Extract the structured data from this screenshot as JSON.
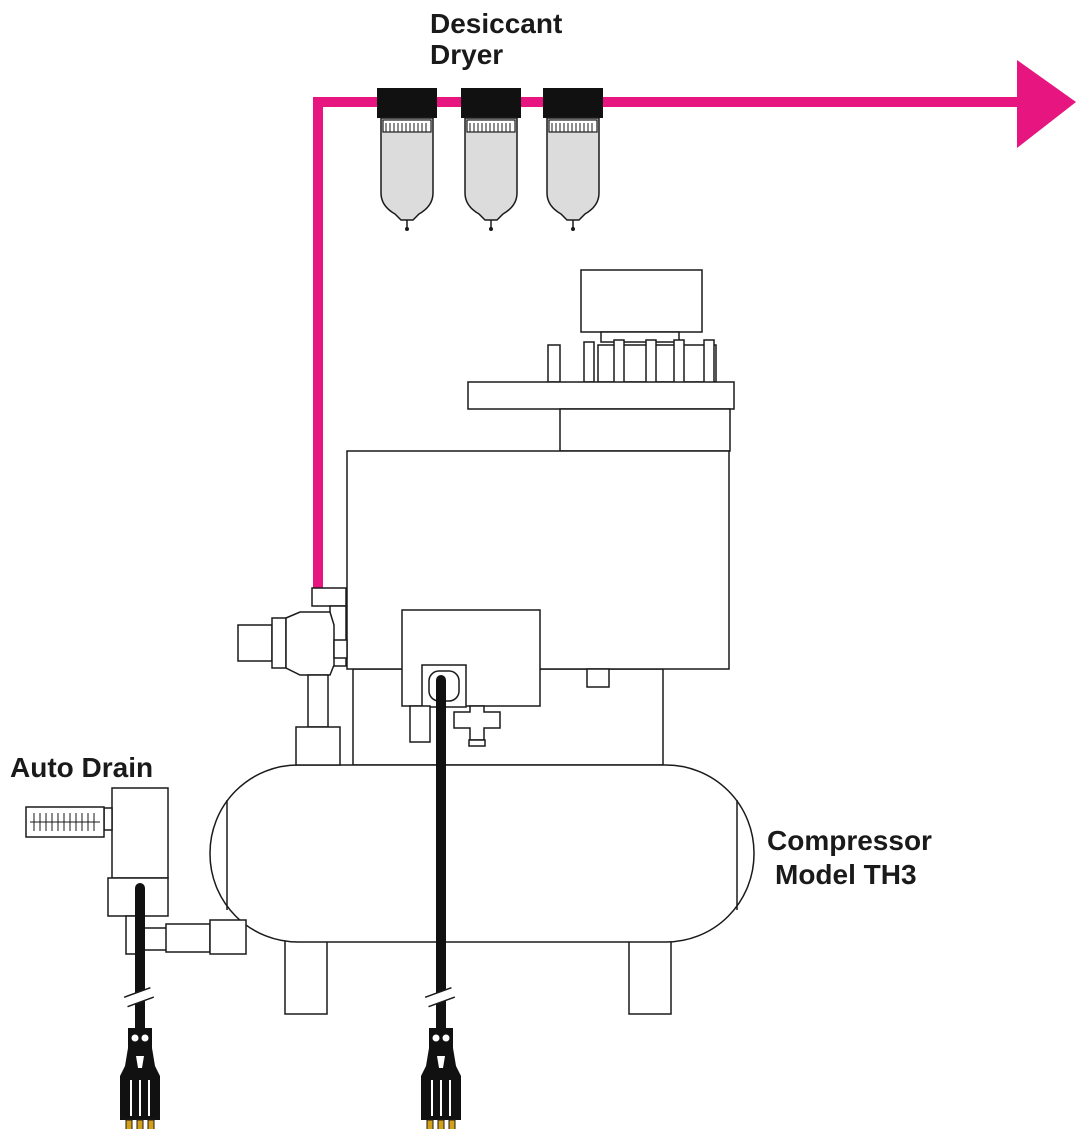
{
  "labels": {
    "dryer_line1": "Desiccant",
    "dryer_line2": "Dryer",
    "auto_drain": "Auto Drain",
    "compressor_line1": "Compressor",
    "compressor_line2": "Model TH3"
  },
  "colors": {
    "air_line": "#e6157f",
    "outline": "#1a1a1a",
    "bowl": "#dcdcdc",
    "cap": "#111111",
    "prong": "#d4a017",
    "background": "#ffffff"
  },
  "icons": {
    "flow_direction": "arrow-right-icon",
    "power_plug": "plug-icon",
    "cord_break": "break-mark-icon"
  }
}
